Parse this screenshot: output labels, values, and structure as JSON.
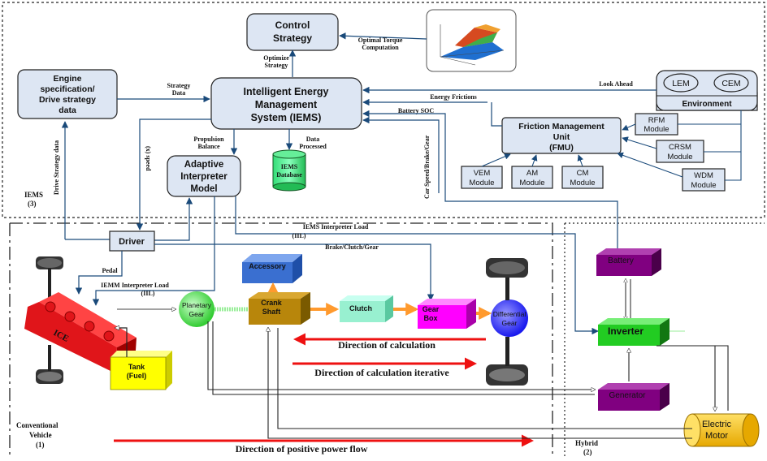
{
  "iems": {
    "control_strategy": [
      "Control",
      "Strategy"
    ],
    "optimal_torque": [
      "Optimal Torque",
      "Computation"
    ],
    "optimize_strategy": [
      "Optimize",
      "Strategy"
    ],
    "engine_spec": [
      "Engine",
      "specification/",
      "Drive strategy",
      "data"
    ],
    "strategy_data": [
      "Strategy",
      "Data"
    ],
    "iems_main": [
      "Intelligent Energy",
      "Management",
      "System (IEMS)"
    ],
    "look_ahead": "Look Ahead",
    "lem": "LEM",
    "cem": "CEM",
    "environment": "Environment",
    "energy_frictions": "Energy Frictions",
    "battery_soc": "Battery SOC",
    "fmu": [
      "Friction Management",
      "Unit",
      "(FMU)"
    ],
    "rfm": [
      "RFM",
      "Module"
    ],
    "crsm": [
      "CRSM",
      "Module"
    ],
    "wdm": [
      "WDM",
      "Module"
    ],
    "vem": [
      "VEM",
      "Module"
    ],
    "am": [
      "AM",
      "Module"
    ],
    "cm": [
      "CM",
      "Module"
    ],
    "propulsion_balance": [
      "Propulsion",
      "Balance"
    ],
    "data_processed": [
      "Data",
      "Processed"
    ],
    "adaptive": [
      "Adaptive",
      "Interpreter",
      "Model"
    ],
    "iems_database": [
      "IEMS",
      "Database"
    ],
    "car_speed": "Car Speed/Brake/Gear",
    "drive_strategy_data": "Drive Strategy data",
    "speed": "(x) speed",
    "section_iems": [
      "IEMS",
      "(3)"
    ]
  },
  "vehicle": {
    "driver": "Driver",
    "pedal": "Pedal",
    "iems_interpreter_load": [
      "IEMS Interpreter Load",
      "(IIL)"
    ],
    "brake_clutch_gear": "Brake/Clutch/Gear",
    "iemm_interpreter_load": [
      "IEMM Interpreter Load",
      "(IIL)"
    ],
    "ice": "ICE",
    "tank": [
      "Tank",
      "(Fuel)"
    ],
    "planetary_gear": [
      "Planetary",
      "Gear"
    ],
    "accessory": "Accessory",
    "crank_shaft": [
      "Crank",
      "Shaft"
    ],
    "clutch": "Clutch",
    "gear_box": [
      "Gear",
      "Box"
    ],
    "differential_gear": [
      "Differential",
      "Gear"
    ],
    "direction_calc": "Direction of calculation",
    "direction_calc_iter": "Direction of calculation iterative",
    "direction_power": "Direction of positive power flow",
    "conventional": [
      "Conventional",
      "Vehicle",
      "(1)"
    ]
  },
  "hybrid": {
    "battery": "Battery",
    "inverter": "Inverter",
    "generator": "Generator",
    "electric_motor": [
      "Electric",
      "Motor"
    ],
    "label": [
      "Hybrid",
      "(2)"
    ]
  },
  "colors": {
    "box_fill": "#dde6f3",
    "ice_red": "#e0151a",
    "tank_yellow": "#ffff00",
    "accessory_blue": "#3a6fd0",
    "crank_brown": "#b8860b",
    "clutch_green": "#98f0d0",
    "gearbox_magenta": "#ff00ff",
    "purple": "#800080",
    "inverter_green": "#22cc22",
    "motor_gold": "#ffcc00",
    "arrow_red": "#ee1111",
    "arrow_orange": "#ff9a2e"
  }
}
